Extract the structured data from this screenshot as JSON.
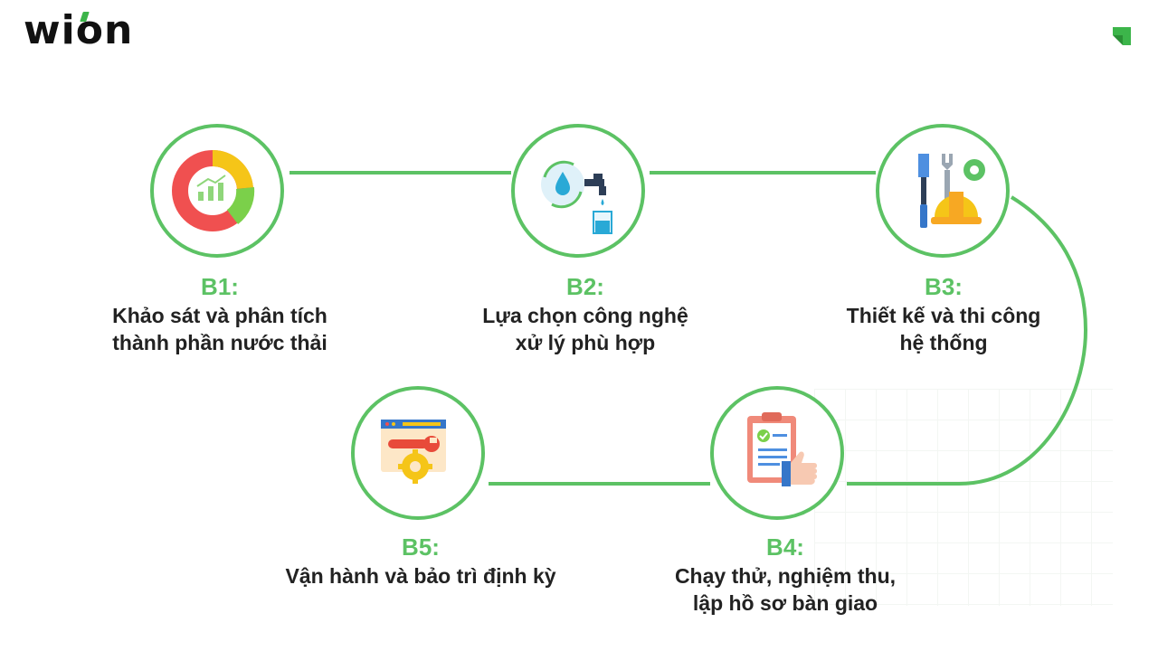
{
  "brand": {
    "name": "wion"
  },
  "colors": {
    "accent": "#5cc264",
    "text": "#222222"
  },
  "steps": [
    {
      "label": "B1:",
      "lines": [
        "Khảo sát và phân tích",
        "thành phần nước thải"
      ],
      "icon": "donut-chart-icon"
    },
    {
      "label": "B2:",
      "lines": [
        "Lựa chọn công nghệ",
        "xử lý phù hợp"
      ],
      "icon": "water-treatment-icon"
    },
    {
      "label": "B3:",
      "lines": [
        "Thiết kế và thi công",
        "hệ thống"
      ],
      "icon": "tools-helmet-icon"
    },
    {
      "label": "B4:",
      "lines": [
        "Chạy thử, nghiệm thu,",
        "lập hồ sơ bàn giao"
      ],
      "icon": "clipboard-approval-icon"
    },
    {
      "label": "B5:",
      "lines": [
        "Vận hành và bảo trì định kỳ"
      ],
      "icon": "maintenance-settings-icon"
    }
  ]
}
